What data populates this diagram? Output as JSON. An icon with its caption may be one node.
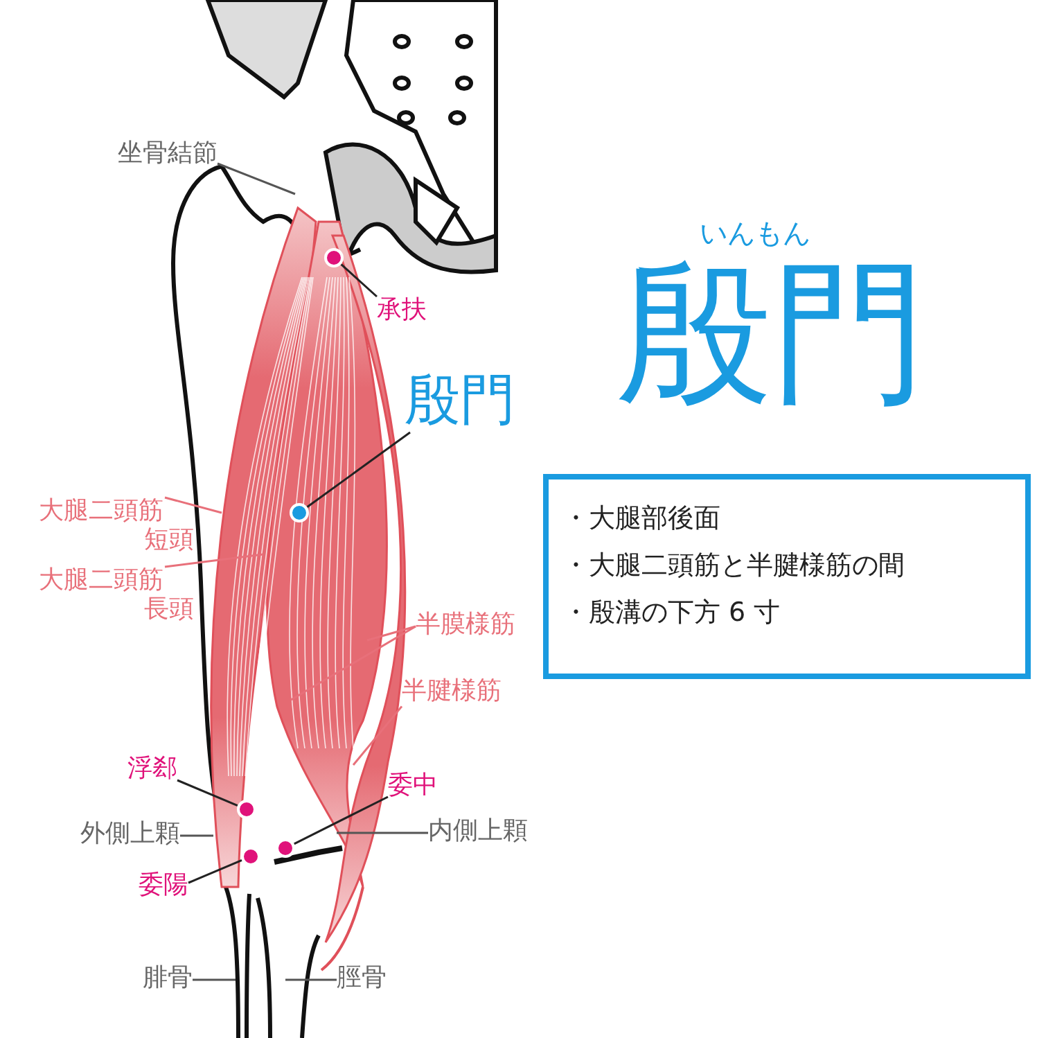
{
  "diagram": {
    "title": "殷門",
    "nodes": [
      {
        "text": [
          "坐骨結節"
        ]
      },
      {
        "text": [],
        "shape": "circle"
      },
      {
        "text": [
          "承扶"
        ]
      },
      {
        "text": [
          "殷門"
        ]
      },
      {
        "text": [],
        "shape": "circle"
      },
      {
        "text": [
          "大腿二頭筋",
          "短頭"
        ]
      },
      {
        "text": [
          "大腿二頭筋",
          "長頭"
        ]
      },
      {
        "text": [
          "半膜様筋"
        ]
      },
      {
        "text": [
          "半腱様筋"
        ]
      },
      {
        "text": [
          "浮郄"
        ]
      },
      {
        "text": [],
        "shape": "circle"
      },
      {
        "text": [
          "委中"
        ]
      },
      {
        "text": [],
        "shape": "circle"
      },
      {
        "text": [
          "外側上顆"
        ]
      },
      {
        "text": [
          "内側上顆"
        ]
      },
      {
        "text": [],
        "shape": "circle"
      },
      {
        "text": [
          "委陽"
        ]
      },
      {
        "text": [
          "腓骨"
        ]
      },
      {
        "text": [
          "脛骨"
        ]
      },
      {
        "text": [
          "・大腿部後面",
          "・大腿二頭筋と半腱様筋の間",
          "・殷溝の下方 6 寸"
        ]
      }
    ],
    "edges": [
      {
        "from": 0,
        "to": null,
        "arrow": "none",
        "color": "#555555"
      },
      {
        "from": 2,
        "to": 1,
        "arrow": "none"
      },
      {
        "from": 3,
        "to": 4,
        "arrow": "none"
      },
      {
        "from": 5,
        "to": null,
        "arrow": "none",
        "color": "#e8707a"
      },
      {
        "from": 6,
        "to": null,
        "arrow": "none",
        "color": "#e8707a"
      },
      {
        "from": 7,
        "to": null,
        "arrow": "none",
        "color": "#e8707a"
      },
      {
        "from": 7,
        "to": null,
        "arrow": "none",
        "color": "#e8707a"
      },
      {
        "from": 8,
        "to": null,
        "arrow": "none",
        "color": "#e8707a"
      },
      {
        "from": 9,
        "to": 10,
        "arrow": "none"
      },
      {
        "from": 11,
        "to": 12,
        "arrow": "none"
      },
      {
        "from": 13,
        "to": null,
        "arrow": "none",
        "color": "#555555"
      },
      {
        "from": 14,
        "to": null,
        "arrow": "none",
        "color": "#555555"
      },
      {
        "from": 16,
        "to": 15,
        "arrow": "none"
      },
      {
        "from": 17,
        "to": null,
        "arrow": "none",
        "color": "#555555"
      },
      {
        "from": 18,
        "to": null,
        "arrow": "none",
        "color": "#555555"
      }
    ],
    "labels": [
      "いんもん"
    ]
  }
}
